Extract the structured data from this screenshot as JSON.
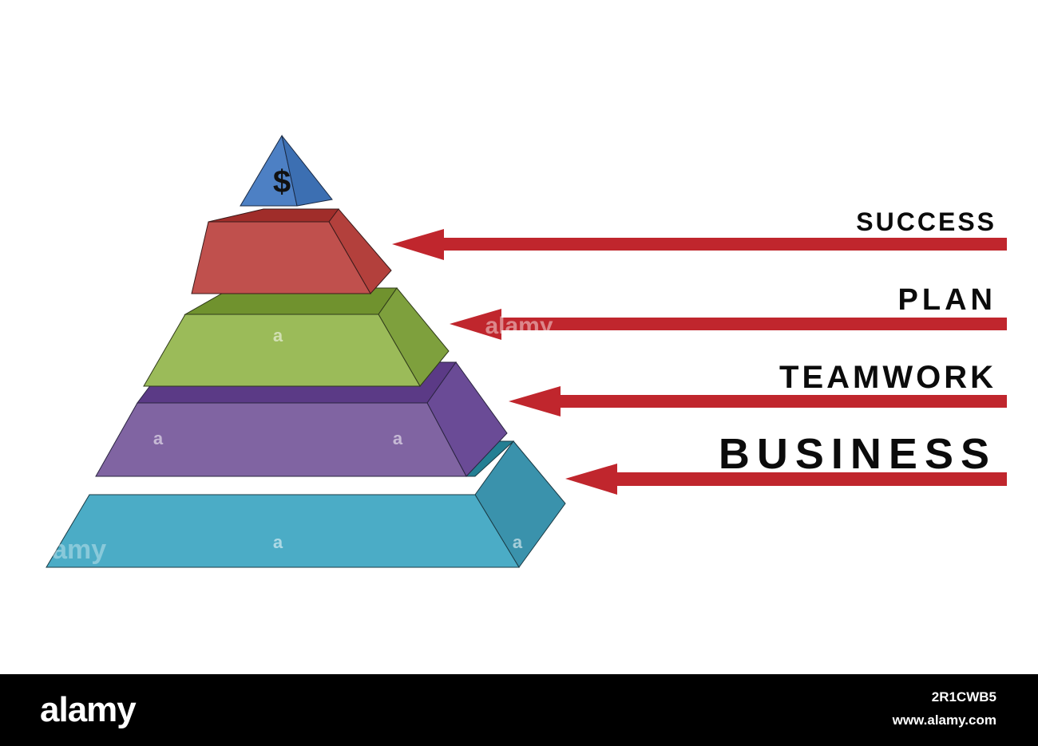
{
  "diagram": {
    "apex_symbol": "$",
    "levels": [
      {
        "label": "SUCCESS"
      },
      {
        "label": "PLAN"
      },
      {
        "label": "TEAMWORK"
      },
      {
        "label": "BUSINESS"
      }
    ],
    "colors": {
      "apex": "#4d80c4",
      "success": "#c0504d",
      "plan": "#9bbb59",
      "teamwork": "#8064a2",
      "business": "#4bacc6",
      "arrow": "#c0262d"
    }
  },
  "watermark": "alamy",
  "footer": {
    "brand": "alamy",
    "image_id": "2R1CWB5",
    "site": "www.alamy.com"
  }
}
